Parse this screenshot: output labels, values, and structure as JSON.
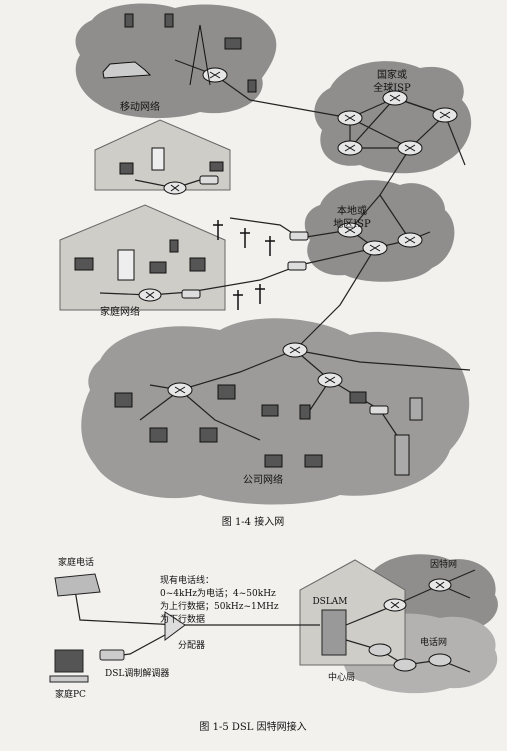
{
  "figure4": {
    "caption": "图 1-4   接入网",
    "labels": {
      "mobile": "移动网络",
      "national_isp_l1": "国家或",
      "national_isp_l2": "全球ISP",
      "local_isp_l1": "本地或",
      "local_isp_l2": "地区ISP",
      "home": "家庭网络",
      "enterprise": "公司网络"
    }
  },
  "figure5": {
    "caption": "图 1-5   DSL 因特网接入",
    "labels": {
      "home_phone": "家庭电话",
      "line_l1": "现有电话线：",
      "line_l2": "0~4kHz为电话；4~50kHz",
      "line_l3": "为上行数据；50kHz~1MHz",
      "line_l4": "为下行数据",
      "splitter": "分配器",
      "dsl_modem": "DSL调制解调器",
      "home_pc": "家庭PC",
      "dslam": "DSLAM",
      "central_office": "中心局",
      "internet": "因特网",
      "phone_net": "电话网"
    }
  },
  "colors": {
    "cloud": "#8f8e8c",
    "cloud_light": "#b3b2b0",
    "house": "#cfcdc8",
    "router": "#e6e6e6"
  }
}
